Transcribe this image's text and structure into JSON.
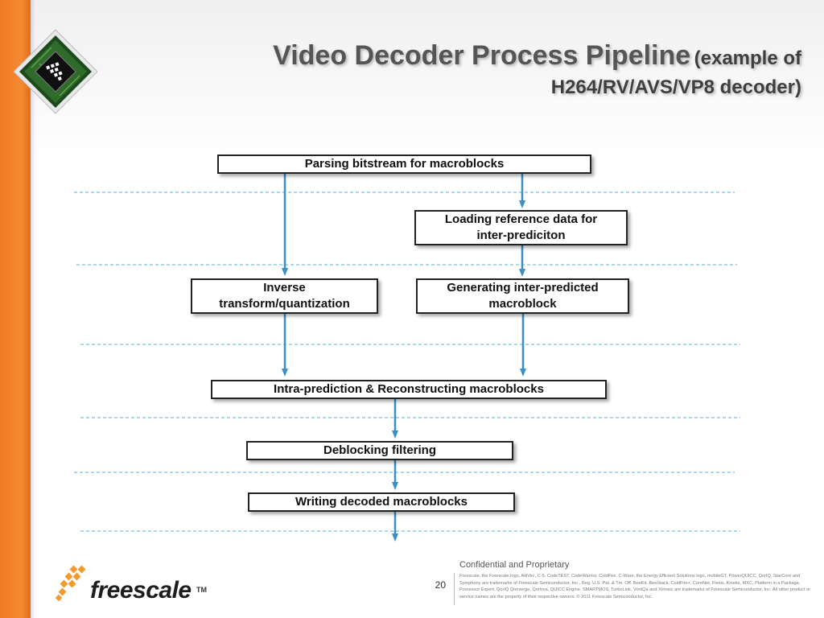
{
  "title": {
    "main": "Video Decoder Process Pipeline",
    "sub_line1": "(example of",
    "sub_line2": "H264/RV/AVS/VP8  decoder)"
  },
  "diagram": {
    "nodes": {
      "parsing": "Parsing bitstream for macroblocks",
      "loading_line1": "Loading reference data for",
      "loading_line2": "inter-prediciton",
      "inverse_line1": "Inverse",
      "inverse_line2": "transform/quantization",
      "generating_line1": "Generating inter-predicted",
      "generating_line2": "macroblock",
      "intra": "Intra-prediction & Reconstructing macroblocks",
      "deblocking": "Deblocking filtering",
      "writing": "Writing decoded macroblocks"
    },
    "colors": {
      "arrow": "#3a8fc4",
      "dashed_line": "#5aaee0",
      "accent": "#f07a22"
    }
  },
  "footer": {
    "confidential": "Confidential and Proprietary",
    "page_number": "20",
    "legal": "Freescale, the Freescale logo, AltiVec, C-5, CodeTEST, CodeWarrior, ColdFire, C-Ware, the Energy Efficient Solutions logo, mobileGT, PowerQUICC, QorIQ, StarCore and Symphony are trademarks of Freescale Semiconductor, Inc., Reg. U.S. Pat. & Tm. Off. BeeKit, BeeStack, ColdFire+, CoreNet, Flexis, Kinetis, MXC, Platform in a Package, Processor Expert, QorIQ Qonverge, Qorivva, QUICC Engine, SMARTMOS, TurboLink, VortiQa and Xtrinsic are trademarks of Freescale Semiconductor, Inc. All other product or service names are the property of their respective owners. © 2011 Freescale Semiconductor, Inc.",
    "logo_text": "freescale",
    "logo_tm": "TM"
  }
}
